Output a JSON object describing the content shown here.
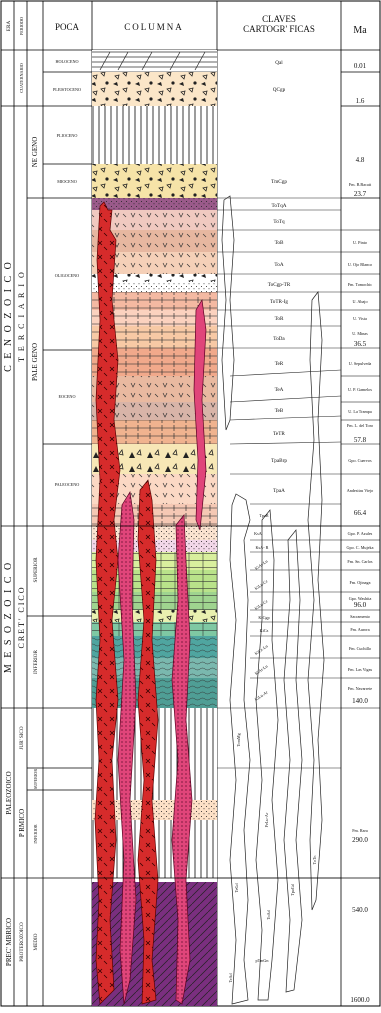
{
  "headers": {
    "era": "ERA",
    "periodo": "PERIODO",
    "epoca": "POCA",
    "columna": "COLUMNA",
    "claves_line1": "CLAVES",
    "claves_line2": "CARTOGR' FICAS",
    "ma": "Ma"
  },
  "eras": [
    {
      "label": "C E N O Z O I C O"
    },
    {
      "label": "M E S O Z O I C O"
    },
    {
      "label": "PALEOZOICO"
    },
    {
      "label": "PREC' MBRICO"
    }
  ],
  "periods": [
    {
      "label": "CUATERNARIO"
    },
    {
      "label": "T E R C I A R I O"
    },
    {
      "label": "CRET' CICO"
    },
    {
      "label": "JUR' SICO"
    },
    {
      "label": "P RMICO"
    },
    {
      "label": "PROTEROZOICO"
    }
  ],
  "subperiods": [
    {
      "label": "NE GENO"
    },
    {
      "label": "PALE GENO"
    },
    {
      "label": "SUPERIOR"
    },
    {
      "label": "INFERIOR"
    },
    {
      "label": "SUPERIOR"
    },
    {
      "label": "INFERIOR"
    },
    {
      "label": "MEDIO"
    }
  ],
  "epochs": [
    {
      "label": "HOLOCENO"
    },
    {
      "label": "PLEISTOCENO"
    },
    {
      "label": "PLIOCENO"
    },
    {
      "label": "MIOCENO"
    },
    {
      "label": "OLIGOCENO"
    },
    {
      "label": "EOCENO"
    },
    {
      "label": "PALEOCENO"
    }
  ],
  "keys": [
    {
      "label": "Qal"
    },
    {
      "label": "QCgp"
    },
    {
      "label": "TmCgp"
    },
    {
      "label": "ToTqA"
    },
    {
      "label": "ToTq"
    },
    {
      "label": "ToB"
    },
    {
      "label": "ToA"
    },
    {
      "label": "ToCgp-TR"
    },
    {
      "label": "ToTR-Ig"
    },
    {
      "label": "ToR"
    },
    {
      "label": "ToDa"
    },
    {
      "label": "TeR"
    },
    {
      "label": "TeA"
    },
    {
      "label": "TeB"
    },
    {
      "label": "TeTR"
    },
    {
      "label": "TpaBrp"
    },
    {
      "label": "TpaA"
    },
    {
      "label": "TpaR"
    },
    {
      "label": "KsA"
    },
    {
      "label": "KsA- R"
    },
    {
      "label": "KiAr-Lu"
    },
    {
      "label": "KiLu-Cz"
    },
    {
      "label": "KiLu-Cz"
    },
    {
      "label": "KiCgp"
    },
    {
      "label": "KiCz"
    },
    {
      "label": "KiCz-Lu"
    },
    {
      "label": "KiAr-Lu"
    },
    {
      "label": "KiLu-Ar"
    },
    {
      "label": "TomMg"
    },
    {
      "label": "PeLu-Ar"
    },
    {
      "label": "TeGd"
    },
    {
      "label": "TpaGd"
    },
    {
      "label": "ToTn"
    },
    {
      "label": "ToAd"
    },
    {
      "label": "TeAd"
    },
    {
      "label": "pTmGn"
    }
  ],
  "formations": [
    {
      "label": "U. Pinto"
    },
    {
      "label": "U. Ojo Blanco"
    },
    {
      "label": "Fm. Tomochic"
    },
    {
      "label": "U. Abajo"
    },
    {
      "label": "U. Vista"
    },
    {
      "label": "U. Minas"
    },
    {
      "label": "U. Sepulveda"
    },
    {
      "label": "U. P. Gamelos"
    },
    {
      "label": "U. La Trampa"
    },
    {
      "label": "Fm. L. del Toro"
    },
    {
      "label": "Gpo. Cuervos"
    },
    {
      "label": "Andesitas Viejo"
    },
    {
      "label": "Gpo. P. Azules"
    },
    {
      "label": "Gpo. C. Mujeka"
    },
    {
      "label": "Fm. Sn. Carlos"
    },
    {
      "label": "Fm. Ojinaga"
    },
    {
      "label": "Gpo. Washita"
    },
    {
      "label": "Sacramento"
    },
    {
      "label": "Fm. Aurora"
    },
    {
      "label": "Fm. Cuchillo"
    },
    {
      "label": "Fm. Las Vigas"
    },
    {
      "label": "Fm. Navarrete"
    },
    {
      "label": "Fm. Rara"
    },
    {
      "label": "Fm. B.Bacatt"
    }
  ],
  "ages": [
    {
      "label": "0.01"
    },
    {
      "label": "1.6"
    },
    {
      "label": "4.8"
    },
    {
      "label": "23.7"
    },
    {
      "label": "36.5"
    },
    {
      "label": "57.8"
    },
    {
      "label": "66.4"
    },
    {
      "label": "96.0"
    },
    {
      "label": "140.0"
    },
    {
      "label": "290.0"
    },
    {
      "label": "540.0"
    },
    {
      "label": "1600.0"
    }
  ]
}
